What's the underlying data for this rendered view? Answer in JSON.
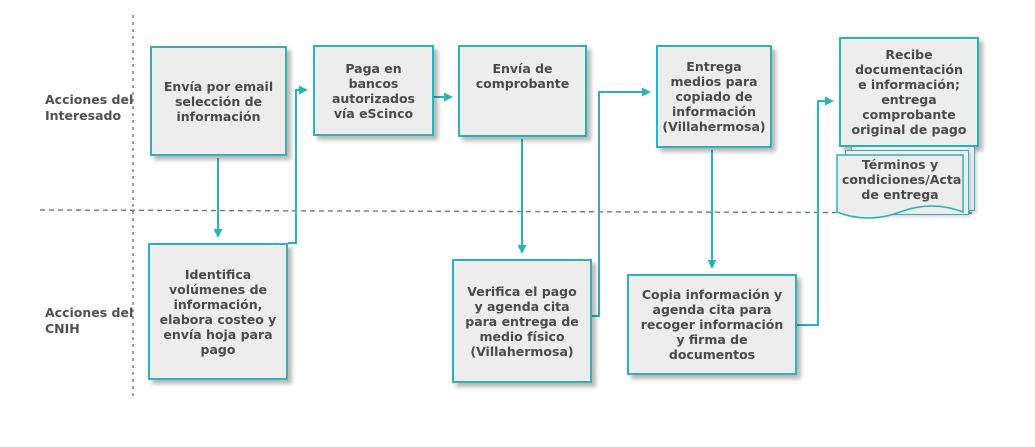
{
  "lanes": {
    "interesado": [
      "Acciones del",
      "Interesado"
    ],
    "cnih": [
      "Acciones del",
      "CNIH"
    ]
  },
  "steps": {
    "s1": "Envía por email selección de información",
    "s2": "Identifica volúmenes de información, elabora costeo y envía hoja para pago",
    "s3": "Paga en bancos autorizados vía eScinco",
    "s4": "Envía de comprobante",
    "s5": "Verifica el pago y agenda cita para entrega de medio físico (Villahermosa)",
    "s6": "Entrega medios para copiado de información (Villahermosa)",
    "s7": "Copia información y agenda cita para recoger información y firma de documentos",
    "s8": "Recibe documentación e información; entrega comprobante original de pago",
    "s9": "Términos y condiciones/Acta de entrega"
  },
  "colors": {
    "accent": "#2bb3b9",
    "box_fill": "#ededed",
    "text": "#4a4a4a",
    "divider": "#777777"
  }
}
